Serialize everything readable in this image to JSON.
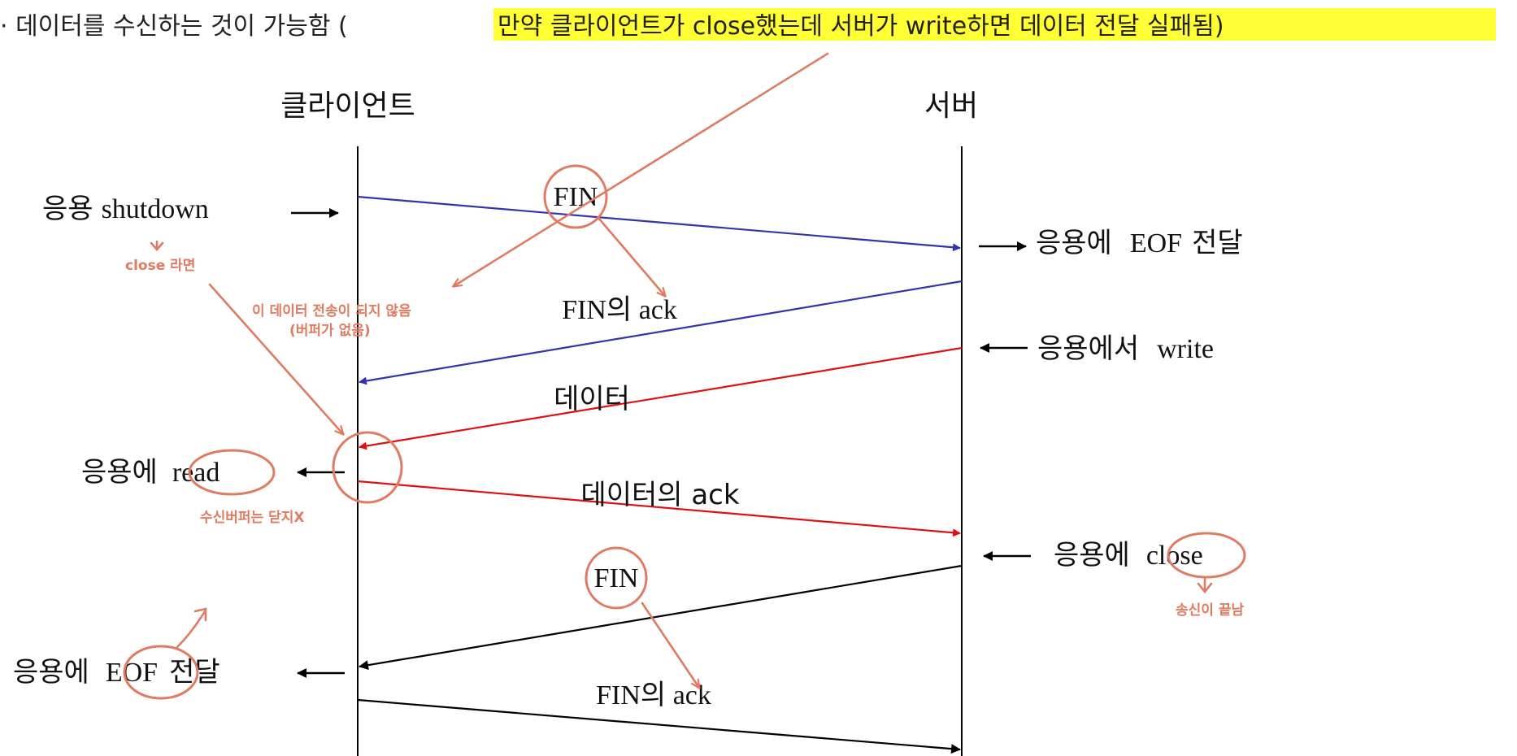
{
  "header": {
    "prefix": "· 데이터를 수신하는 것이 가능함 (",
    "highlight": "만약 클라이언트가 close했는데 서버가 write하면 데이터 전달 실패됨",
    "suffix": ")"
  },
  "actors": {
    "client": "클라이언트",
    "server": "서버"
  },
  "client_events": {
    "shutdown_prefix": "응용",
    "shutdown_word": "shutdown",
    "read_prefix": "응용에",
    "read_word": "read",
    "eof_prefix": "응용에",
    "eof_word": "EOF",
    "eof_suffix": "전달"
  },
  "server_events": {
    "eof_deliver_prefix": "응용에",
    "eof_deliver_word": "EOF",
    "eof_deliver_suffix": "전달",
    "write_prefix": "응용에서",
    "write_word": "write",
    "close_prefix": "응용에",
    "close_word": "close"
  },
  "messages": {
    "fin1": "FIN",
    "fin1_ack": "FIN의 ack",
    "data": "데이터",
    "data_ack": "데이터의 ack",
    "fin2": "FIN",
    "fin2_ack": "FIN의 ack"
  },
  "annotations": {
    "close_note": "close 라면",
    "no_transfer_line1": "이 데이터 전송이 되지 않음",
    "no_transfer_line2": "(버퍼가 없음)",
    "recv_buffer": "수신버퍼는 닫지X",
    "send_end": "송신이 끝남"
  },
  "colors": {
    "fin_arrow": "#3333aa",
    "data_arrow": "#dd1111",
    "final_arrow": "#000000",
    "annotation": "#e07a60",
    "highlight": "#ffff33"
  }
}
